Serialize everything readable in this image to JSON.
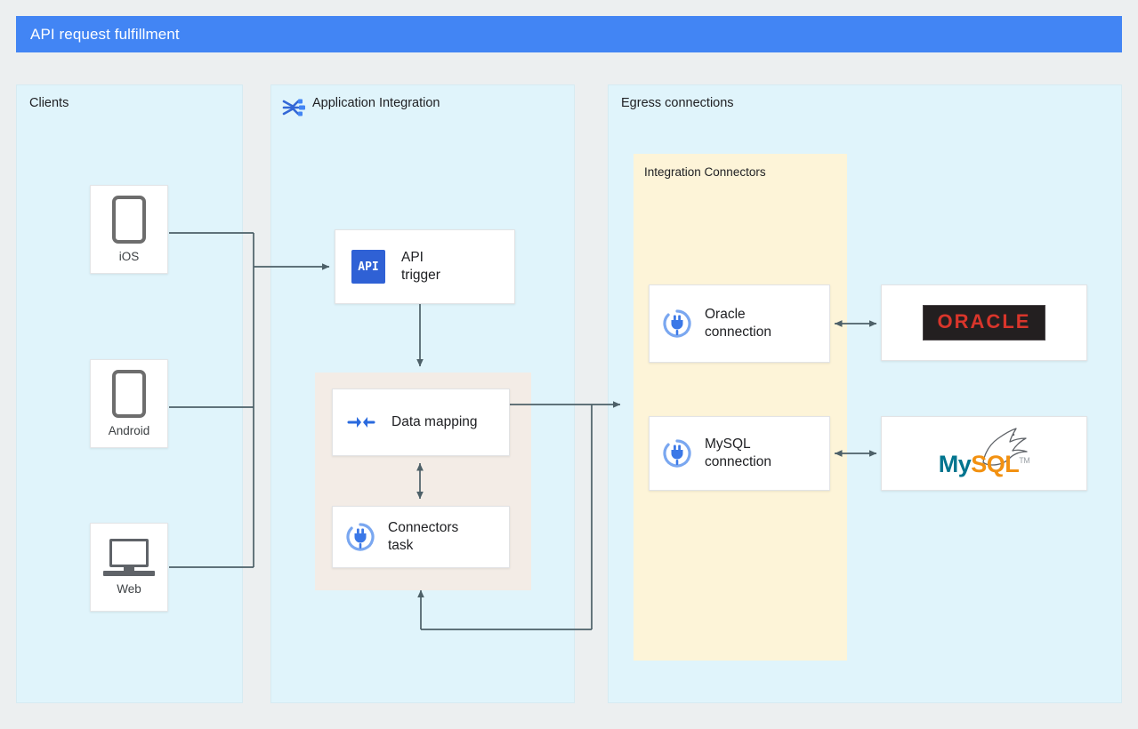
{
  "header": {
    "title": "API request fulfillment",
    "bar_color": "#4285f4",
    "text_color": "#ffffff"
  },
  "panels": {
    "clients": {
      "title": "Clients",
      "bg_color": "#e0f4fb",
      "devices": [
        {
          "label": "iOS",
          "icon": "phone-icon"
        },
        {
          "label": "Android",
          "icon": "phone-icon"
        },
        {
          "label": "Web",
          "icon": "laptop-icon"
        }
      ]
    },
    "application_integration": {
      "title": "Application Integration",
      "icon": "application-integration-icon",
      "bg_color": "#e0f4fb",
      "nodes": [
        {
          "label": "API\ntrigger",
          "icon": "api-trigger-icon",
          "icon_text": "API"
        },
        {
          "label": "Data mapping",
          "icon": "data-mapping-icon"
        },
        {
          "label": "Connectors\ntask",
          "icon": "connectors-plug-icon"
        }
      ]
    },
    "egress": {
      "title": "Egress connections",
      "bg_color": "#e0f4fb",
      "subpanel": {
        "title": "Integration Connectors",
        "bg_color": "#fdf4d8",
        "connections": [
          {
            "label": "Oracle\nconnection",
            "icon": "connectors-plug-icon"
          },
          {
            "label": "MySQL\nconnection",
            "icon": "connectors-plug-icon"
          }
        ]
      },
      "systems": [
        {
          "name": "oracle-logo",
          "text": "ORACLE",
          "text_color": "#d9352b",
          "bg_color": "#231f20"
        },
        {
          "name": "mysql-logo",
          "text_primary": "My",
          "text_secondary": "SQL",
          "trademark": "TM",
          "primary_color": "#00758f",
          "secondary_color": "#f29111"
        }
      ]
    }
  },
  "connections": {
    "clients_to_api": "arrow",
    "api_to_datamapping": "arrow",
    "datamapping_to_connectorstask": "bidirectional-arrow",
    "connectorstask_to_egress": "arrow",
    "egress_to_connectorstask": "arrow",
    "oracle_connection_to_oracle": "bidirectional-arrow",
    "mysql_connection_to_mysql": "bidirectional-arrow",
    "line_color": "#5f6e76"
  }
}
